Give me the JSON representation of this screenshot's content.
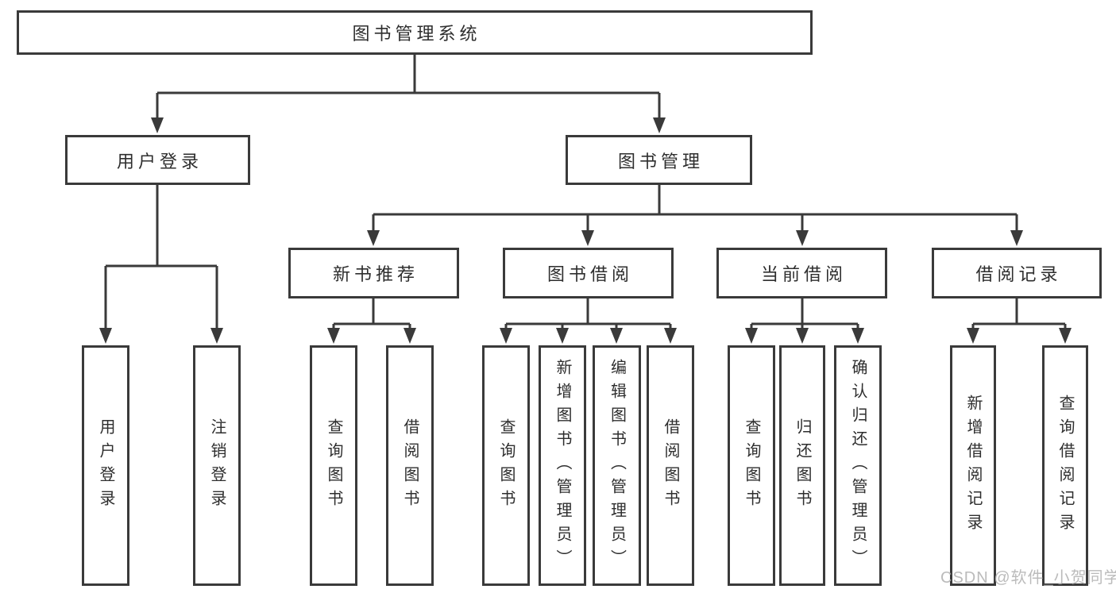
{
  "tree": {
    "label": "图书管理系统",
    "children": [
      {
        "label": "用户登录",
        "children": [
          {
            "label": "用户登录"
          },
          {
            "label": "注销登录"
          }
        ]
      },
      {
        "label": "图书管理",
        "children": [
          {
            "label": "新书推荐",
            "children": [
              {
                "label": "查询图书"
              },
              {
                "label": "借阅图书"
              }
            ]
          },
          {
            "label": "图书借阅",
            "children": [
              {
                "label": "查询图书"
              },
              {
                "label": "新增图书（管理员）"
              },
              {
                "label": "编辑图书（管理员）"
              },
              {
                "label": "借阅图书"
              }
            ]
          },
          {
            "label": "当前借阅",
            "children": [
              {
                "label": "查询图书"
              },
              {
                "label": "归还图书"
              },
              {
                "label": "确认归还（管理员）"
              }
            ]
          },
          {
            "label": "借阅记录",
            "children": [
              {
                "label": "新增借阅记录"
              },
              {
                "label": "查询借阅记录"
              }
            ]
          }
        ]
      }
    ]
  },
  "watermark": "CSDN @软件_小贺同学",
  "colors": {
    "line": "#3a3a3a",
    "text": "#2e2e2e",
    "watermark": "#afafaf",
    "background": "#ffffff"
  }
}
